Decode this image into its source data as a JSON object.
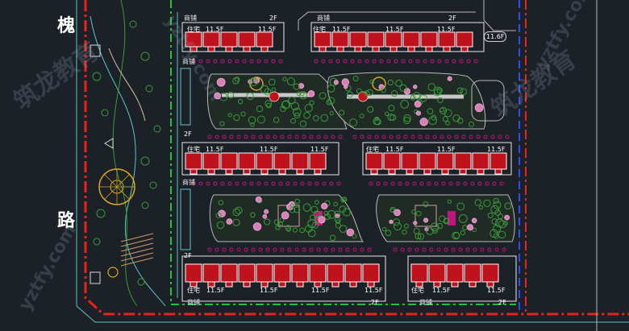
{
  "road_name": {
    "top": "槐",
    "bottom": "路"
  },
  "labels": {
    "shop": "商铺",
    "res": "住宅",
    "h11": "11.5F",
    "h2": "2F",
    "h11_badge": "11.6F"
  },
  "watermark": {
    "cn": "筑龙教育",
    "url": "yztfy.com"
  },
  "colors": {
    "background": "#1b2127",
    "building_fill": "#c0121c",
    "building_outline": "#ffffff",
    "boundary_red": "#e8231c",
    "boundary_green": "#21c33a",
    "boundary_blue": "#2a4cff",
    "road_cyan": "#58c7c7",
    "hedge_magenta": "#c0147f",
    "tree_green": "#3a9a3a"
  }
}
